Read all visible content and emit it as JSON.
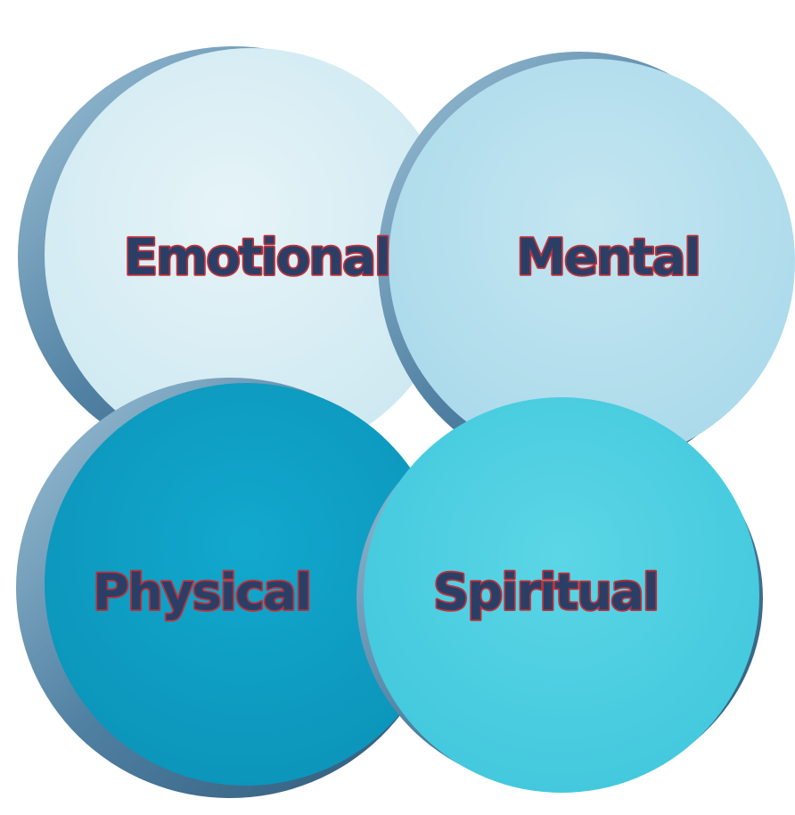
{
  "diagram": {
    "circles": [
      {
        "id": "emotional",
        "label": "Emotional",
        "color": "#d6edf4"
      },
      {
        "id": "mental",
        "label": "Mental",
        "color": "#b8e1ee"
      },
      {
        "id": "physical",
        "label": "Physical",
        "color": "#0fa2c8"
      },
      {
        "id": "spiritual",
        "label": "Spiritual",
        "color": "#4dd0e2"
      }
    ],
    "text_fill": "#2b3f66",
    "text_stroke": "#c0303a",
    "edge_color": "#5f8fae"
  }
}
